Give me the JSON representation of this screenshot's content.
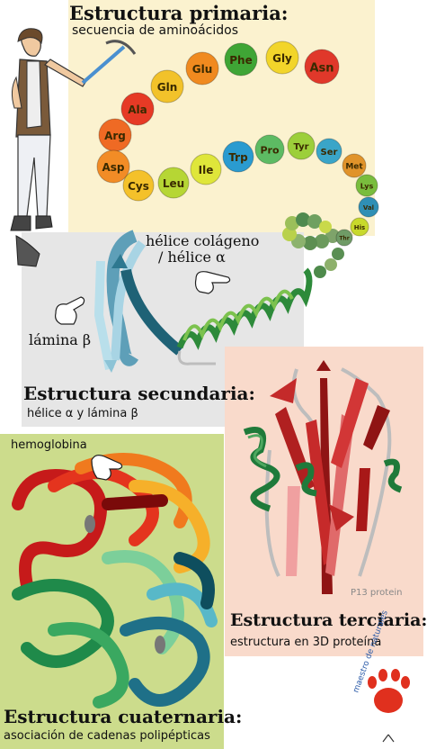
{
  "sections": {
    "primaria": {
      "title": "Estructura primaria:",
      "subtitle": "secuencia de aminoácidos"
    },
    "secundaria": {
      "title": "Estructura secundaria:",
      "subtitle": "hélice α y lámina β",
      "label_helix_1": "hélice colágeno",
      "label_helix_2": "/ hélice α",
      "label_sheet": "lámina β"
    },
    "terciaria": {
      "title": "Estructura terciaria:",
      "subtitle": "estructura en 3D proteína",
      "caption": "P13 protein"
    },
    "cuaternaria": {
      "title": "Estructura cuaternaria:",
      "subtitle": "asociación de cadenas polipépticas",
      "label": "hemoglobina"
    }
  },
  "amino_acids": [
    {
      "name": "Asn",
      "color": "#e0382a"
    },
    {
      "name": "Gly",
      "color": "#f2d52a"
    },
    {
      "name": "Phe",
      "color": "#3fa535"
    },
    {
      "name": "Glu",
      "color": "#f08a1f"
    },
    {
      "name": "Gln",
      "color": "#f2c22a"
    },
    {
      "name": "Ala",
      "color": "#e63a25"
    },
    {
      "name": "Arg",
      "color": "#ef6a24"
    },
    {
      "name": "Asp",
      "color": "#f28c26"
    },
    {
      "name": "Cys",
      "color": "#f4c12a"
    },
    {
      "name": "Leu",
      "color": "#b6d634"
    },
    {
      "name": "Ile",
      "color": "#dfe63a"
    },
    {
      "name": "Trp",
      "color": "#2a9bd0"
    },
    {
      "name": "Pro",
      "color": "#5dbb63"
    },
    {
      "name": "Tyr",
      "color": "#9ccf3a"
    },
    {
      "name": "Ser",
      "color": "#3aa5c8"
    },
    {
      "name": "Met",
      "color": "#e0932a"
    },
    {
      "name": "Lys",
      "color": "#79bd3d"
    },
    {
      "name": "Val",
      "color": "#2f8fb5"
    },
    {
      "name": "His",
      "color": "#c8d92c"
    },
    {
      "name": "Thr",
      "color": "#6f9b66"
    }
  ],
  "logo": {
    "text": "maestro de naturales"
  }
}
